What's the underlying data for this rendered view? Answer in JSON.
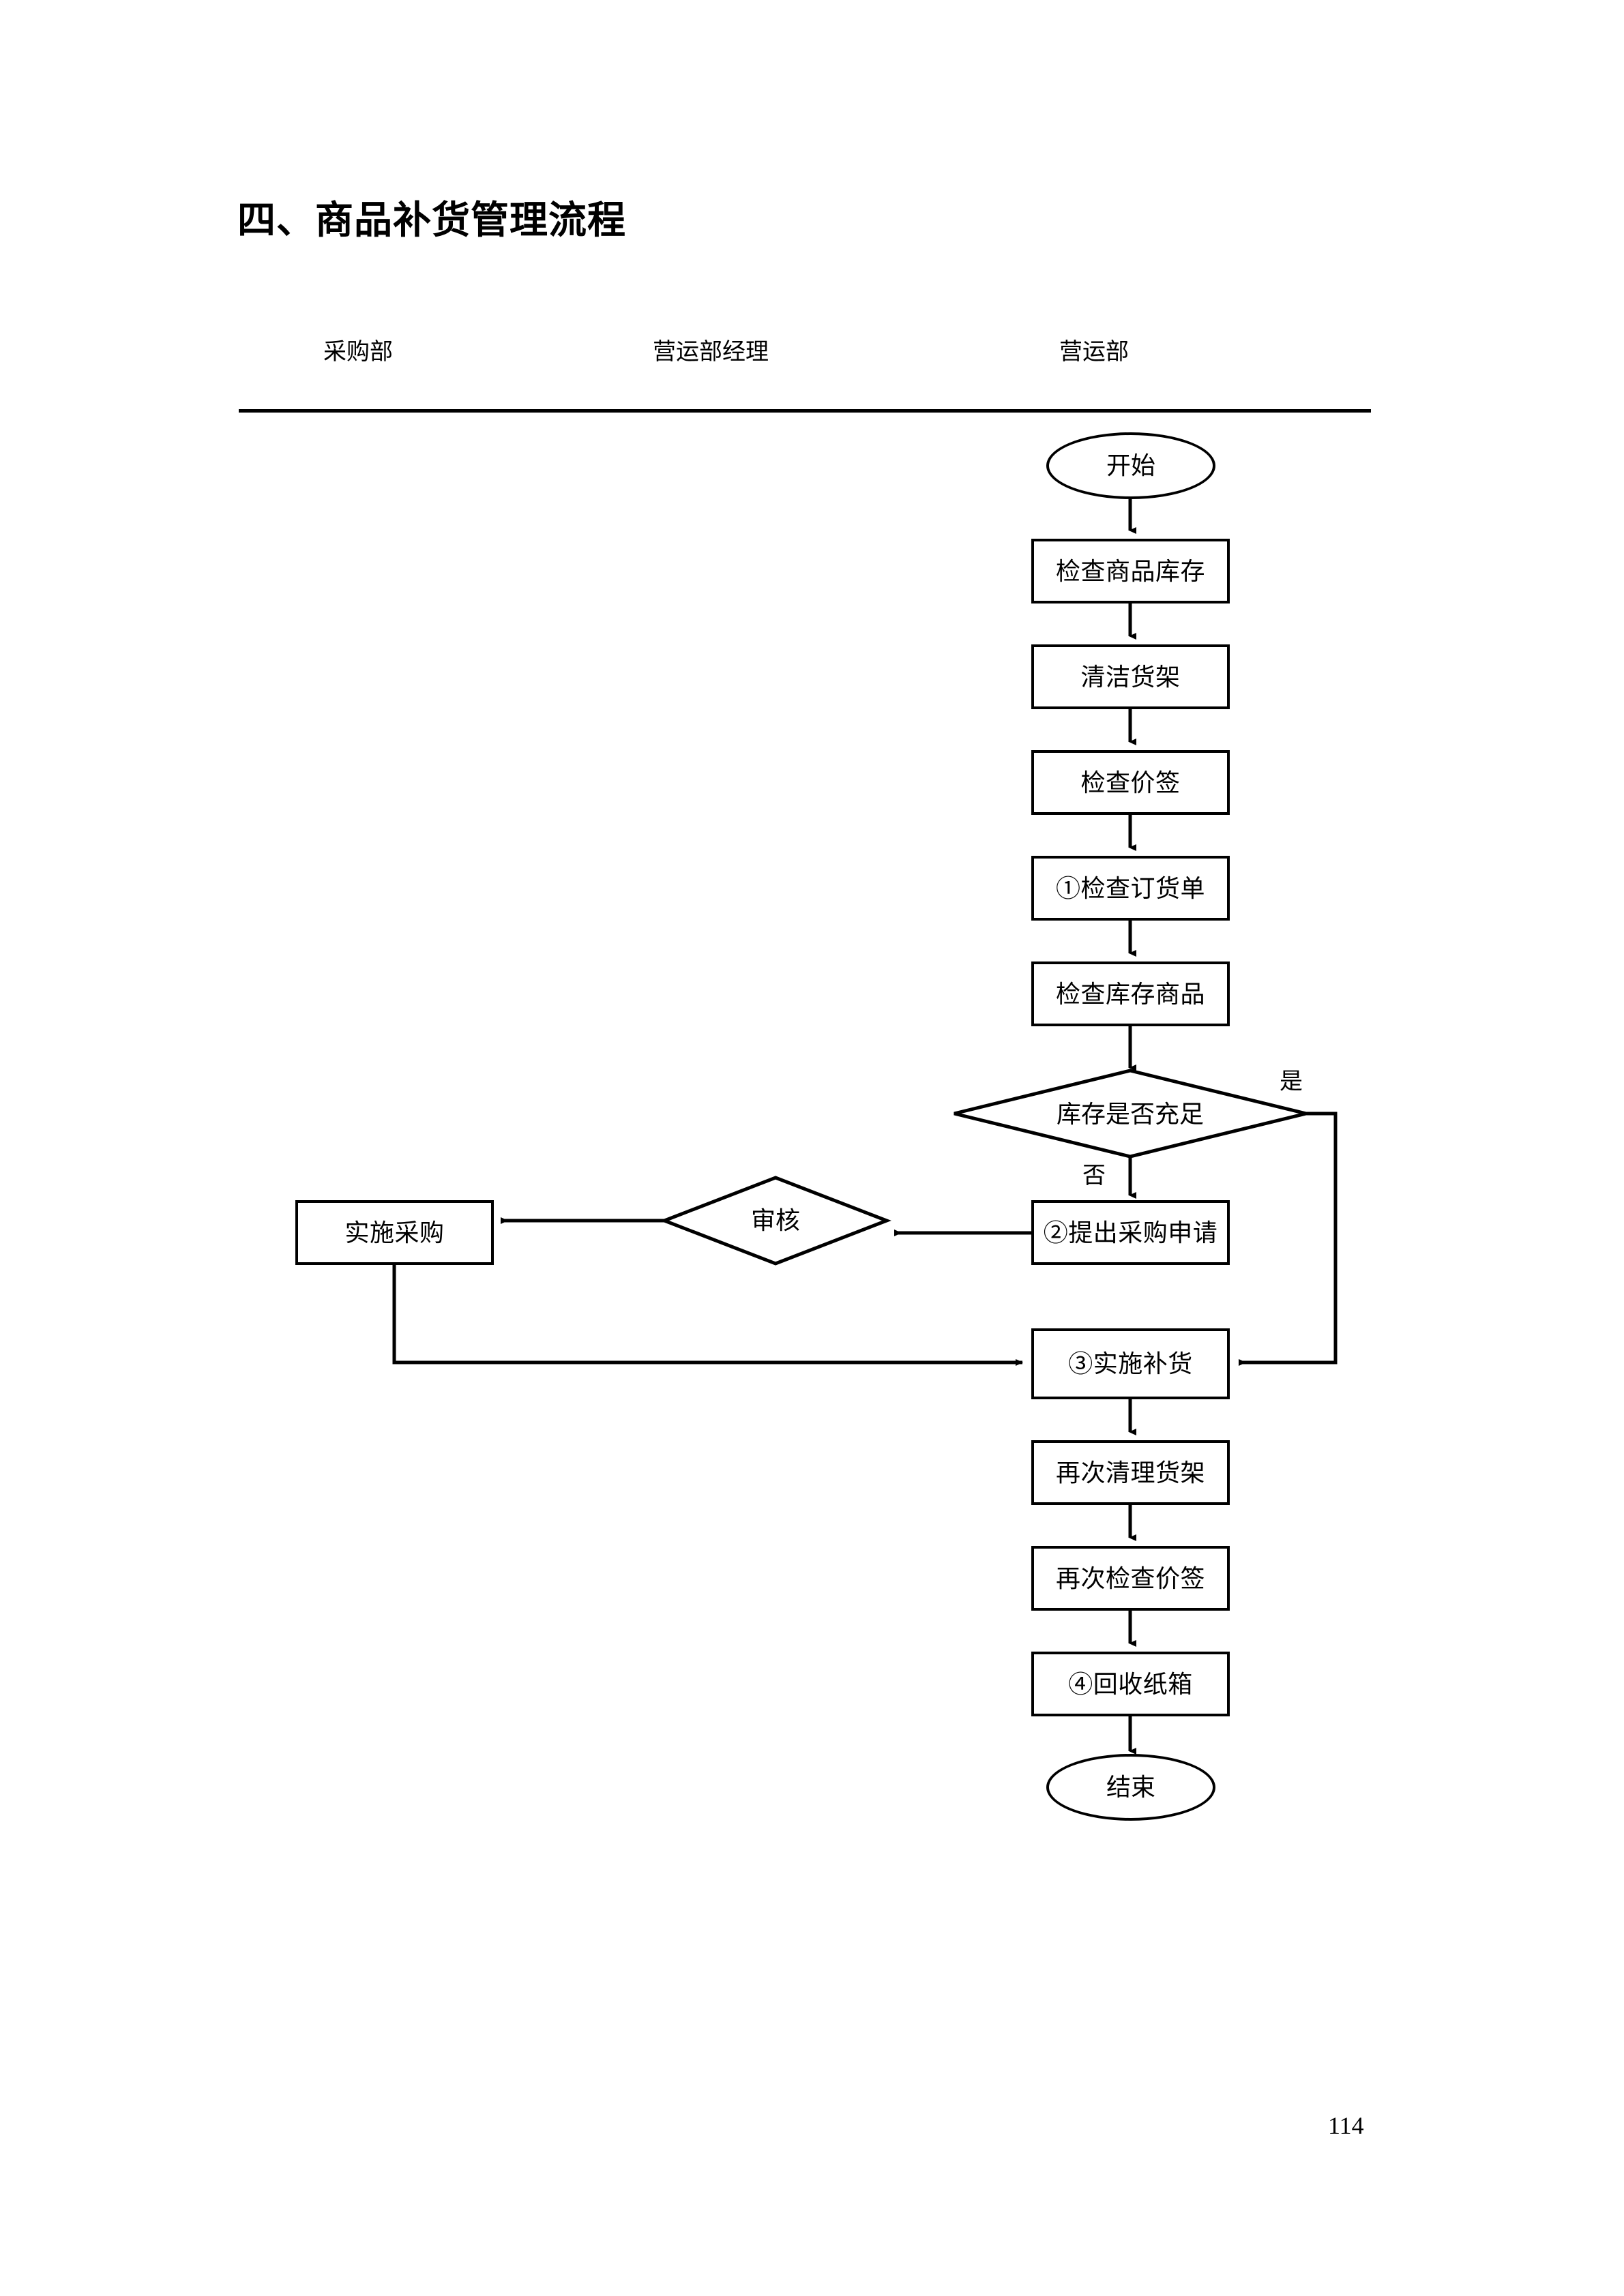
{
  "document": {
    "title": "四、商品补货管理流程",
    "page_number": "114"
  },
  "swimlanes": {
    "labels": [
      "采购部",
      "营运部经理",
      "营运部"
    ]
  },
  "flowchart": {
    "type": "cross-functional-flowchart",
    "nodes": [
      {
        "id": "start",
        "shape": "oval",
        "label": "开始",
        "lane": "营运部"
      },
      {
        "id": "n1",
        "shape": "rect",
        "label": "检查商品库存",
        "lane": "营运部"
      },
      {
        "id": "n2",
        "shape": "rect",
        "label": "清洁货架",
        "lane": "营运部"
      },
      {
        "id": "n3",
        "shape": "rect",
        "label": "检查价签",
        "lane": "营运部"
      },
      {
        "id": "n4",
        "shape": "rect",
        "label": "①检查订货单",
        "lane": "营运部"
      },
      {
        "id": "n5",
        "shape": "rect",
        "label": "检查库存商品",
        "lane": "营运部"
      },
      {
        "id": "d1",
        "shape": "diamond",
        "label": "库存是否充足",
        "lane": "营运部"
      },
      {
        "id": "n6",
        "shape": "rect",
        "label": "②提出采购申请",
        "lane": "营运部"
      },
      {
        "id": "d2",
        "shape": "diamond",
        "label": "审核",
        "lane": "营运部经理"
      },
      {
        "id": "n7",
        "shape": "rect",
        "label": "实施采购",
        "lane": "采购部"
      },
      {
        "id": "n8",
        "shape": "rect",
        "label": "③实施补货",
        "lane": "营运部"
      },
      {
        "id": "n9",
        "shape": "rect",
        "label": "再次清理货架",
        "lane": "营运部"
      },
      {
        "id": "n10",
        "shape": "rect",
        "label": "再次检查价签",
        "lane": "营运部"
      },
      {
        "id": "n11",
        "shape": "rect",
        "label": "④回收纸箱",
        "lane": "营运部"
      },
      {
        "id": "end",
        "shape": "oval",
        "label": "结束",
        "lane": "营运部"
      }
    ],
    "edge_labels": {
      "yes": "是",
      "no": "否"
    },
    "edges": [
      {
        "from": "start",
        "to": "n1",
        "label": ""
      },
      {
        "from": "n1",
        "to": "n2",
        "label": ""
      },
      {
        "from": "n2",
        "to": "n3",
        "label": ""
      },
      {
        "from": "n3",
        "to": "n4",
        "label": ""
      },
      {
        "from": "n4",
        "to": "n5",
        "label": ""
      },
      {
        "from": "n5",
        "to": "d1",
        "label": ""
      },
      {
        "from": "d1",
        "to": "n6",
        "label": "否"
      },
      {
        "from": "d1",
        "to": "n8",
        "label": "是"
      },
      {
        "from": "n6",
        "to": "d2",
        "label": ""
      },
      {
        "from": "d2",
        "to": "n7",
        "label": ""
      },
      {
        "from": "n7",
        "to": "n8",
        "label": ""
      },
      {
        "from": "n8",
        "to": "n9",
        "label": ""
      },
      {
        "from": "n9",
        "to": "n10",
        "label": ""
      },
      {
        "from": "n10",
        "to": "n11",
        "label": ""
      },
      {
        "from": "n11",
        "to": "end",
        "label": ""
      }
    ]
  },
  "colors": {
    "ink": "#000000",
    "paper": "#ffffff"
  }
}
